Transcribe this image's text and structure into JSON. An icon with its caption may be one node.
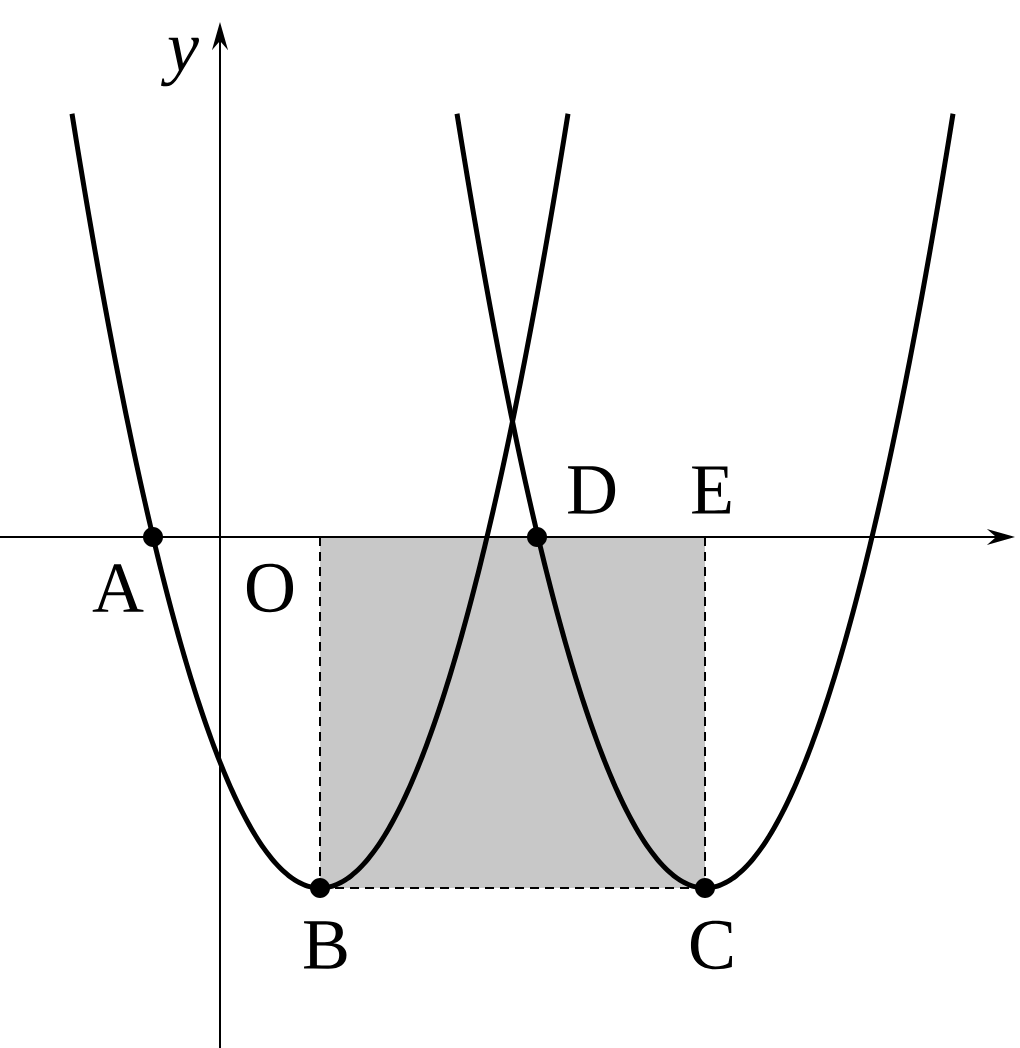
{
  "diagram": {
    "nodes": [
      {
        "text": [],
        "shape": "box"
      }
    ],
    "labels": [
      "y",
      "A",
      "O",
      "D",
      "E",
      "B",
      "C"
    ]
  }
}
